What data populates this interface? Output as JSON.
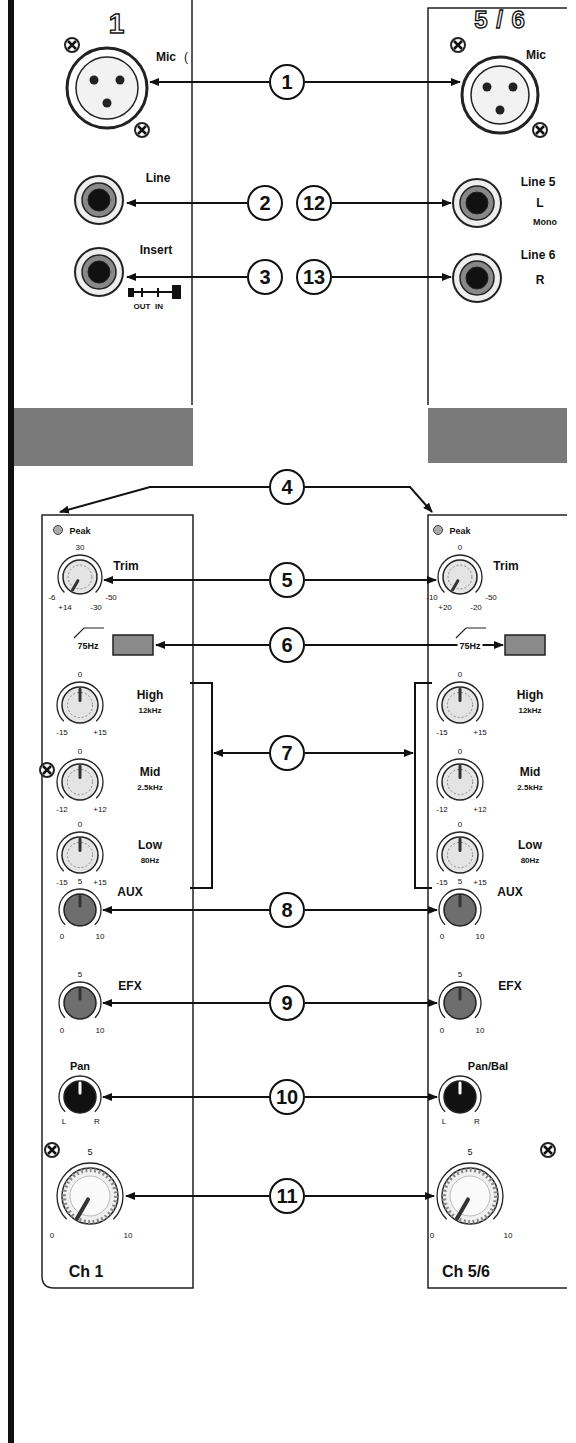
{
  "diagram": {
    "nodes": [
      {
        "text": [
          "1"
        ]
      },
      {
        "text": [
          "2"
        ]
      },
      {
        "text": [
          "12"
        ]
      },
      {
        "text": [
          "3"
        ]
      },
      {
        "text": [
          "13"
        ]
      },
      {
        "text": [
          "4"
        ]
      },
      {
        "text": [
          "5"
        ]
      },
      {
        "text": [
          "6"
        ]
      },
      {
        "text": [
          "7"
        ]
      },
      {
        "text": [
          "8"
        ]
      },
      {
        "text": [
          "9"
        ]
      },
      {
        "text": [
          "10"
        ]
      },
      {
        "text": [
          "11"
        ]
      }
    ],
    "labels": [
      "1",
      "Mic",
      "(",
      "Line",
      "Insert",
      "OUT",
      "IN",
      "5 / 6",
      "Mic",
      "Line 5",
      "L",
      "Mono",
      "Line 6",
      "R",
      "Peak",
      "30",
      "Trim",
      "-6",
      "+14",
      "-30",
      "-50",
      "75Hz",
      "0",
      "High",
      "12kHz",
      "-15",
      "+15",
      "0",
      "Mid",
      "2.5kHz",
      "-12",
      "+12",
      "0",
      "Low",
      "80Hz",
      "-15",
      "+15",
      "5",
      "AUX",
      "0",
      "10",
      "5",
      "EFX",
      "0",
      "10",
      "Pan",
      "L",
      "R",
      "5",
      "0",
      "10",
      "Ch 1",
      "Peak",
      "0",
      "Trim",
      "-10",
      "+20",
      "-20",
      "-50",
      "75Hz",
      "0",
      "High",
      "12kHz",
      "-15",
      "+15",
      "0",
      "Mid",
      "2.5kHz",
      "-12",
      "+12",
      "0",
      "Low",
      "80Hz",
      "-15",
      "+15",
      "5",
      "AUX",
      "0",
      "10",
      "5",
      "EFX",
      "0",
      "10",
      "Pan/Bal",
      "L",
      "R",
      "5",
      "0",
      "10",
      "Ch 5/6"
    ]
  }
}
